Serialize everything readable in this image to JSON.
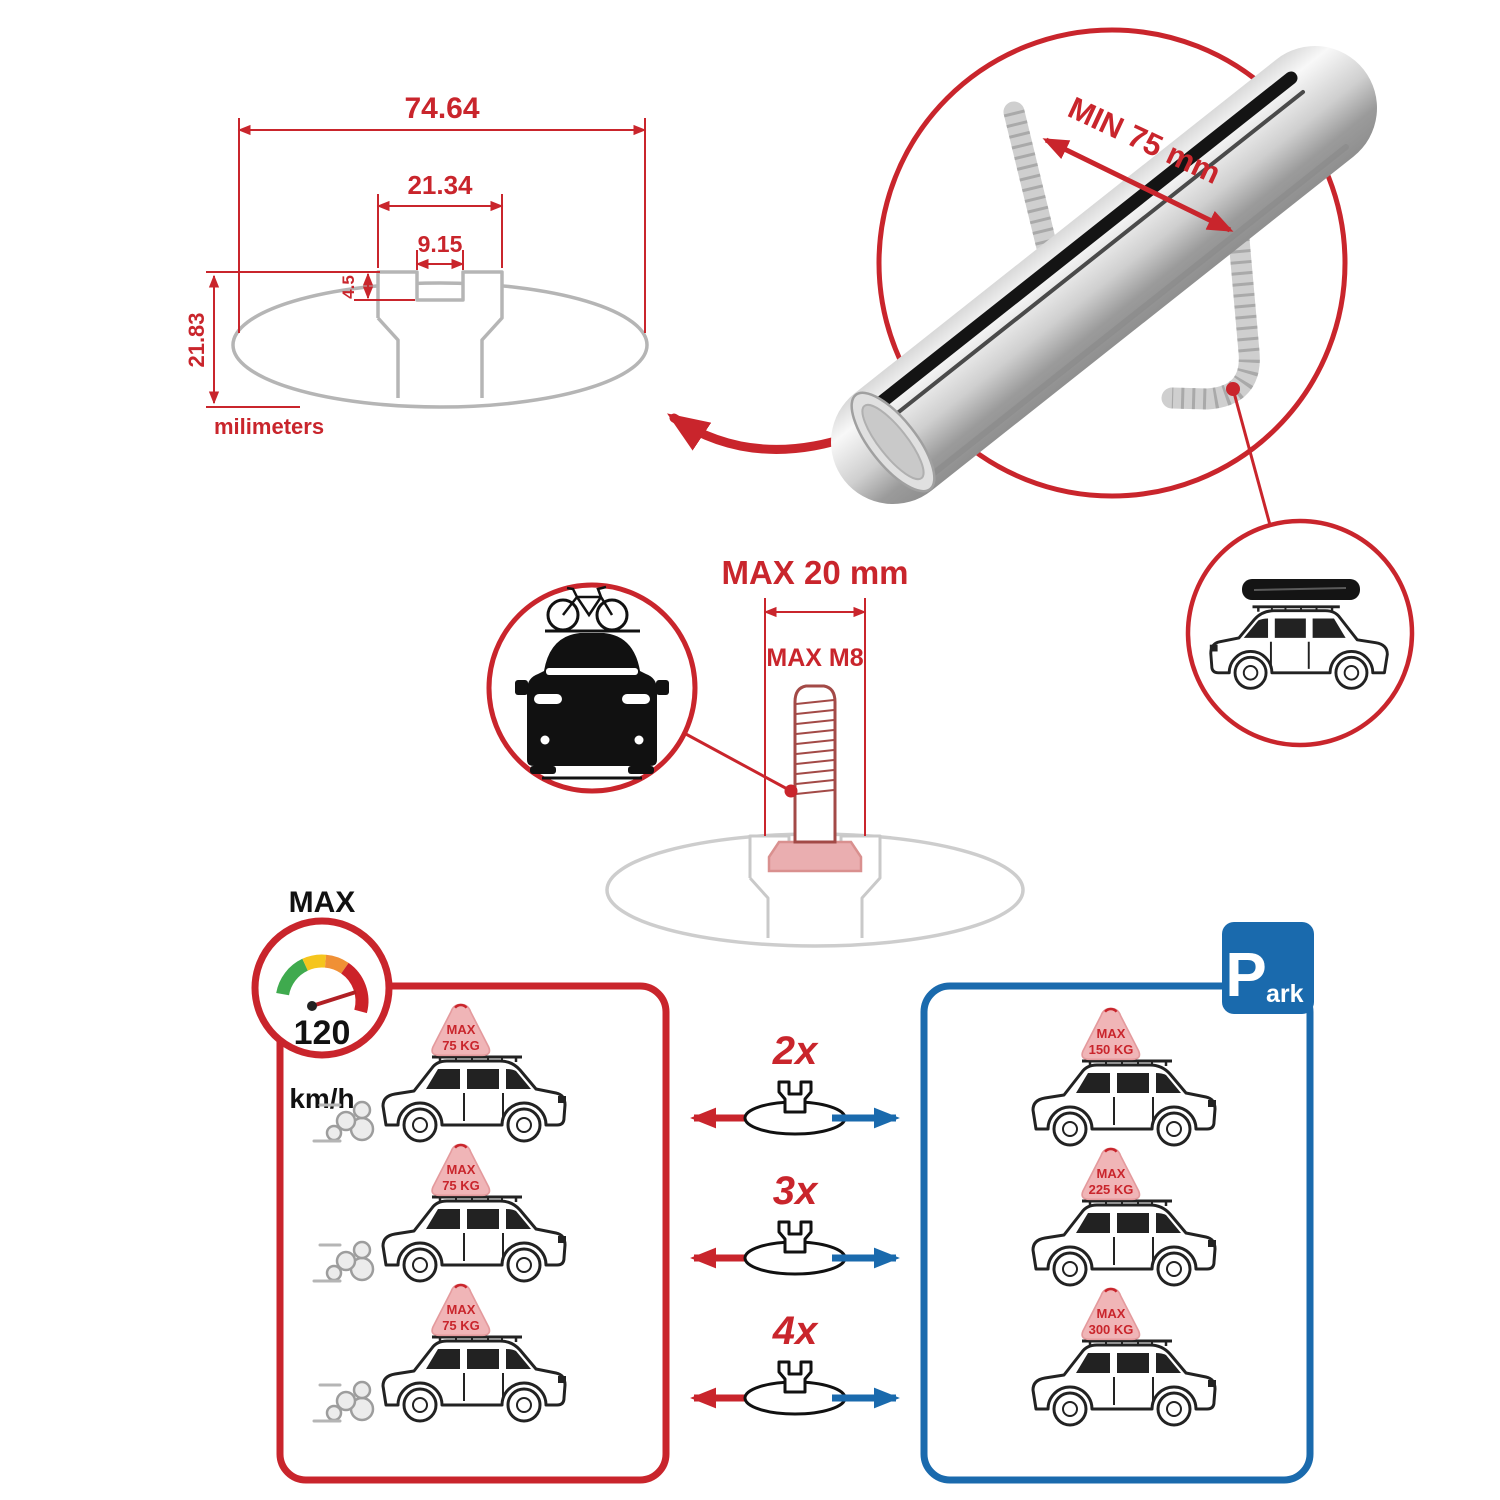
{
  "colors": {
    "accent_red": "#c9252c",
    "accent_blue": "#1a6aad",
    "tag_pink": "#f0b5b7",
    "profile_gray": "#b5b5b5",
    "bar_silver": "#c9c9c9",
    "ink_black": "#111111"
  },
  "dimension_diagram": {
    "total_width": "74.64",
    "channel_width": "21.34",
    "slot_width": "9.15",
    "lip_height": "4.5",
    "total_height": "21.83",
    "units": "milimeters"
  },
  "bar_callout": {
    "min_span": "MIN 75 mm"
  },
  "bolt_callout": {
    "max_width": "MAX 20 mm",
    "max_thread": "MAX M8"
  },
  "speed_badge": {
    "label": "MAX",
    "value": "120",
    "units": "km/h"
  },
  "parking_sign": {
    "letter": "P",
    "suffix": "ark"
  },
  "multipliers": [
    "2x",
    "3x",
    "4x"
  ],
  "driving_tags": [
    {
      "label": "MAX",
      "value": "75 KG"
    },
    {
      "label": "MAX",
      "value": "75 KG"
    },
    {
      "label": "MAX",
      "value": "75 KG"
    }
  ],
  "parked_tags": [
    {
      "label": "MAX",
      "value": "150 KG"
    },
    {
      "label": "MAX",
      "value": "225 KG"
    },
    {
      "label": "MAX",
      "value": "300 KG"
    }
  ]
}
